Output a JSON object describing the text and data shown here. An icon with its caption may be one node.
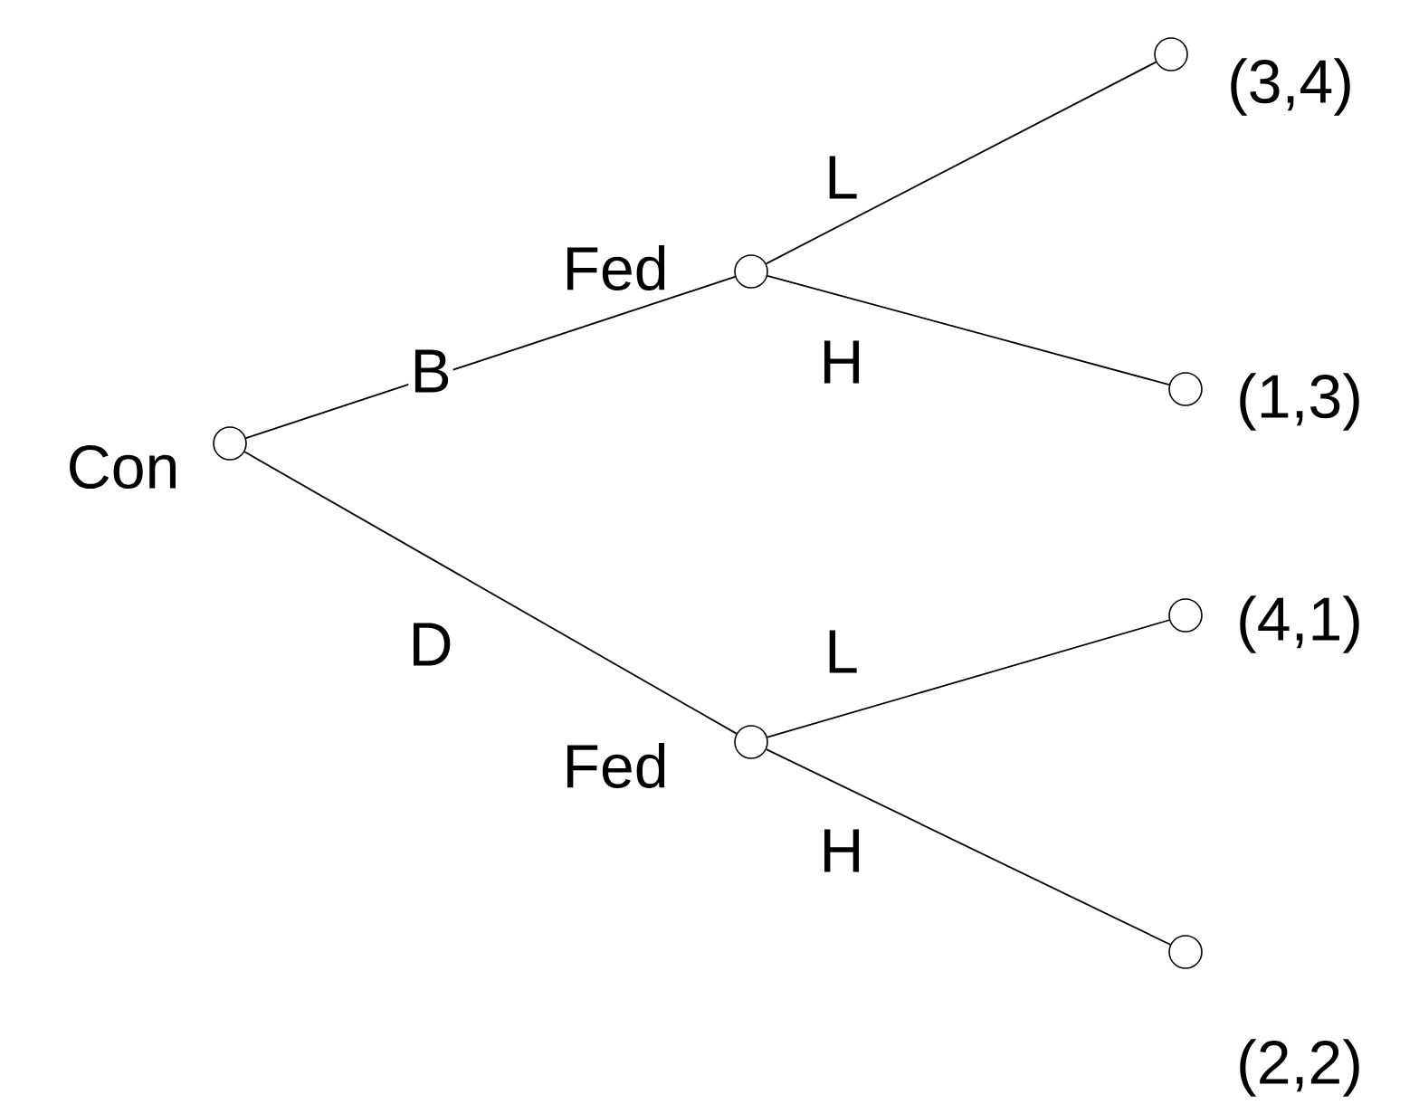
{
  "diagram": {
    "nodes": [
      {
        "text": [],
        "shape": "circle",
        "beside": [
          "Con"
        ]
      },
      {
        "text": [],
        "shape": "circle",
        "beside": [
          "Fed"
        ]
      },
      {
        "text": [],
        "shape": "circle",
        "beside": [
          "Fed"
        ]
      },
      {
        "text": [],
        "shape": "circle",
        "beside": [
          "(3,4)"
        ]
      },
      {
        "text": [],
        "shape": "circle",
        "beside": [
          "(1,3)"
        ]
      },
      {
        "text": [],
        "shape": "circle",
        "beside": [
          "(4,1)"
        ]
      },
      {
        "text": [],
        "shape": "circle",
        "beside": [
          "(2,2)"
        ]
      }
    ],
    "edges": [
      {
        "from": 0,
        "to": 1,
        "arrow": "none",
        "label": "B"
      },
      {
        "from": 0,
        "to": 2,
        "arrow": "none",
        "label": "D"
      },
      {
        "from": 1,
        "to": 3,
        "arrow": "none",
        "label": "L"
      },
      {
        "from": 1,
        "to": 4,
        "arrow": "none",
        "label": "H"
      },
      {
        "from": 2,
        "to": 5,
        "arrow": "none",
        "label": "L"
      },
      {
        "from": 2,
        "to": 6,
        "arrow": "none",
        "label": "H"
      }
    ]
  }
}
